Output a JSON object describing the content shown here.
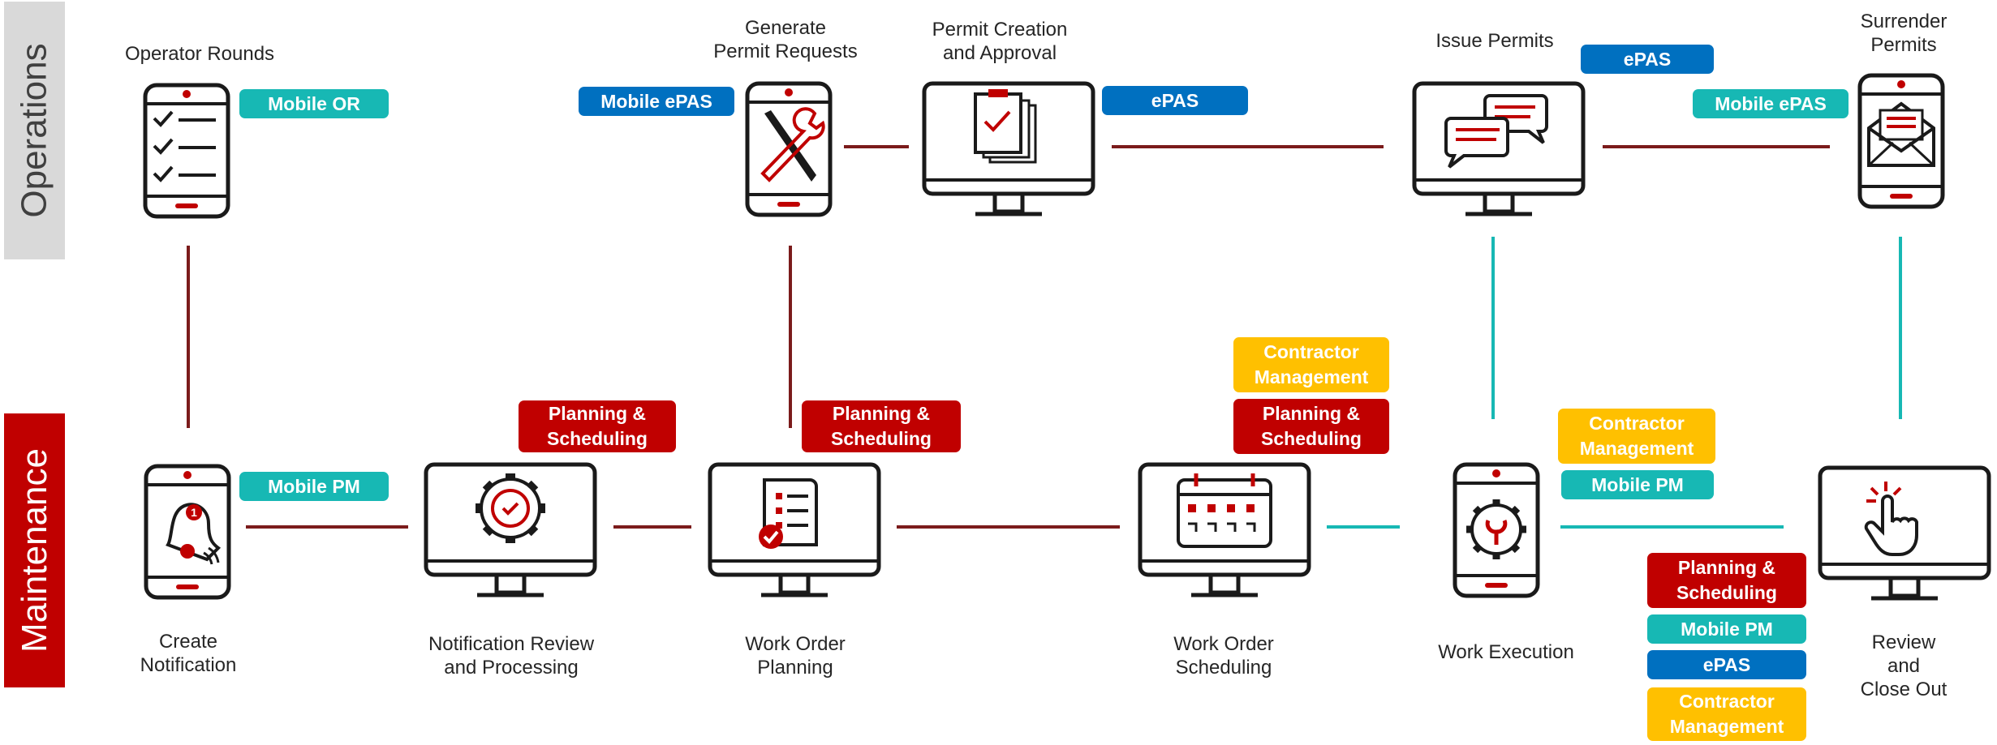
{
  "lanes": {
    "operations": "Operations",
    "maintenance": "Maintenance"
  },
  "steps": {
    "operator_rounds": "Operator Rounds",
    "generate_permit_requests": "Generate\nPermit Requests",
    "permit_creation_approval": "Permit Creation\nand Approval",
    "issue_permits": "Issue Permits",
    "surrender_permits": "Surrender\nPermits",
    "create_notification": "Create\nNotification",
    "notification_review": "Notification Review\nand Processing",
    "work_order_planning": "Work Order\nPlanning",
    "work_order_scheduling": "Work Order\nScheduling",
    "work_execution": "Work Execution",
    "review_close_out": "Review and\nClose Out"
  },
  "badges": {
    "mobile_or": "Mobile OR",
    "mobile_epas_1": "Mobile ePAS",
    "epas_1": "ePAS",
    "epas_2": "ePAS",
    "mobile_epas_2": "Mobile ePAS",
    "mobile_pm_1": "Mobile PM",
    "planning_1": "Planning &\nScheduling",
    "planning_2": "Planning &\nScheduling",
    "contractor_1": "Contractor\nManagement",
    "planning_3": "Planning &\nScheduling",
    "contractor_2": "Contractor\nManagement",
    "mobile_pm_2": "Mobile PM",
    "planning_4": "Planning &\nScheduling",
    "mobile_pm_3": "Mobile PM",
    "epas_3": "ePAS",
    "contractor_3": "Contractor\nManagement"
  },
  "icons": {
    "operator_rounds": "checklist-phone-icon",
    "generate_permit_requests": "tools-phone-icon",
    "permit_creation_approval": "clipboard-monitor-icon",
    "issue_permits": "chat-monitor-icon",
    "surrender_permits": "mail-phone-icon",
    "create_notification": "bell-phone-icon",
    "notification_review": "gear-cycle-monitor-icon",
    "work_order_planning": "work-order-checklist-monitor-icon",
    "work_order_scheduling": "calendar-monitor-icon",
    "work_execution": "gear-wrench-phone-icon",
    "review_close_out": "click-hand-monitor-icon"
  },
  "colors": {
    "operations_lane": "#d9d9d9",
    "maintenance_lane": "#c00000",
    "mobile_badge": "#17b8b4",
    "epas_badge": "#0070c0",
    "planning_badge": "#c00000",
    "contractor_badge": "#ffc000",
    "connector_dark": "#7b1b1b",
    "connector_teal": "#17b8b4",
    "icon_outline": "#1a1a1a",
    "icon_accent": "#c00000"
  }
}
